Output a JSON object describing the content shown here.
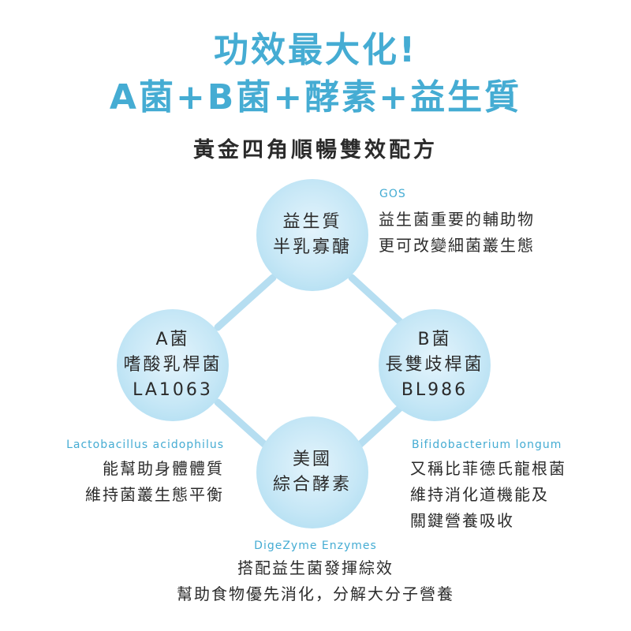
{
  "colors": {
    "accent": "#45acd3",
    "circle_fill": "#c6e7f6",
    "connector": "#b6def1",
    "text": "#2b2b2b"
  },
  "header": {
    "title_line1": "功效最大化!",
    "title_line2": "A菌+B菌+酵素+益生質",
    "subtitle": "黃金四角順暢雙效配方"
  },
  "nodes": {
    "top": {
      "lines": [
        "益生質",
        "半乳寡醣"
      ]
    },
    "left": {
      "lines": [
        "A菌",
        "嗜酸乳桿菌",
        "LA1063"
      ]
    },
    "right": {
      "lines": [
        "B菌",
        "長雙歧桿菌",
        "BL986"
      ]
    },
    "bottom": {
      "lines": [
        "美國",
        "綜合酵素"
      ]
    }
  },
  "annotations": {
    "gos": {
      "label": "GOS",
      "desc": [
        "益生菌重要的輔助物",
        "更可改變細菌叢生態"
      ]
    },
    "la": {
      "label": "Lactobacillus acidophilus",
      "desc": [
        "能幫助身體體質",
        "維持菌叢生態平衡"
      ]
    },
    "bl": {
      "label": "Bifidobacterium longum",
      "desc": [
        "又稱比菲德氏龍根菌",
        "維持消化道機能及",
        "關鍵營養吸收"
      ]
    },
    "enzyme": {
      "label": "DigeZyme Enzymes",
      "desc": [
        "搭配益生菌發揮綜效",
        "幫助食物優先消化，分解大分子營養"
      ]
    }
  }
}
